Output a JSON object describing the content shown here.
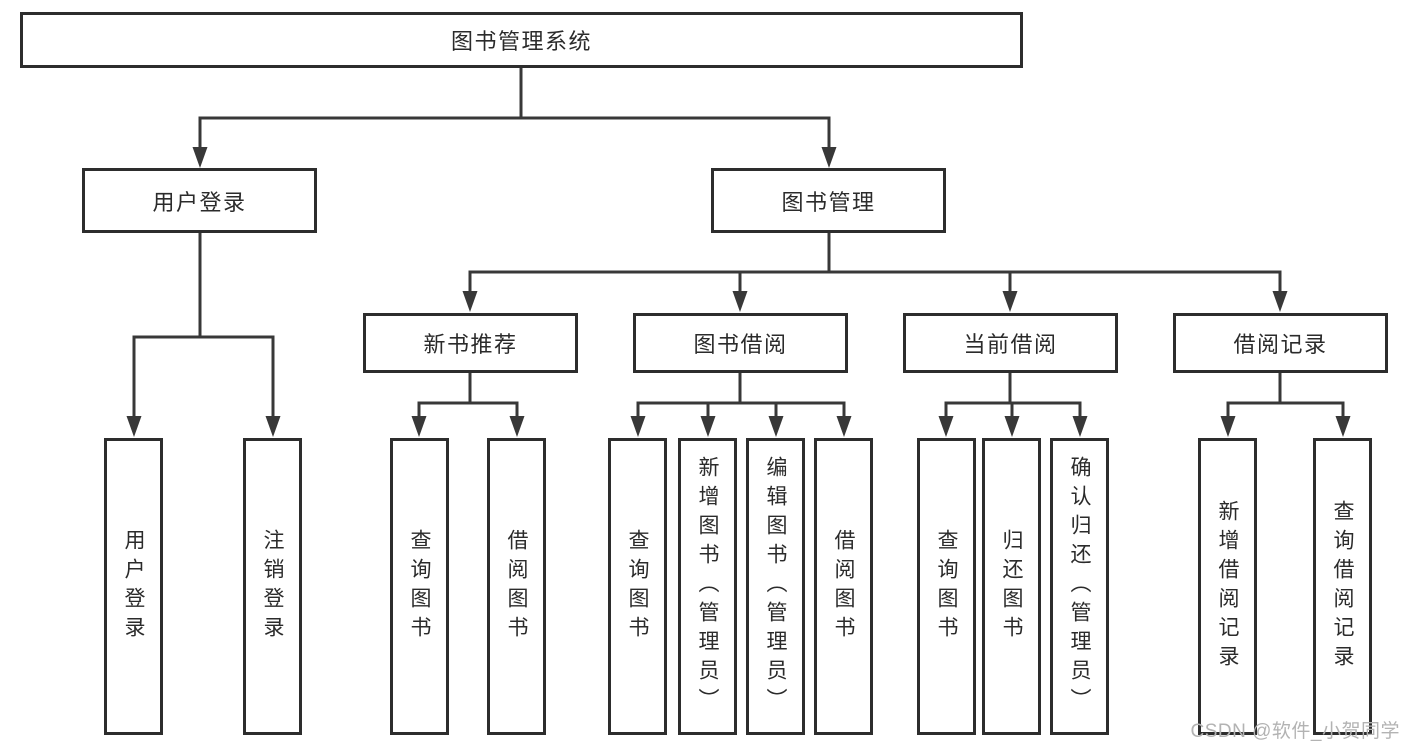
{
  "colors": {
    "background": "#ffffff",
    "box_border": "#2d2d2d",
    "line": "#383838",
    "text": "#2b2b2b",
    "watermark": "#b3b3b3"
  },
  "watermark": "CSDN @软件_小贺同学",
  "tree": {
    "root": {
      "label": "图书管理系统",
      "children": [
        {
          "label": "用户登录",
          "children": [
            {
              "label": "用户登录"
            },
            {
              "label": "注销登录"
            }
          ]
        },
        {
          "label": "图书管理",
          "children": [
            {
              "label": "新书推荐",
              "children": [
                {
                  "label": "查询图书"
                },
                {
                  "label": "借阅图书"
                }
              ]
            },
            {
              "label": "图书借阅",
              "children": [
                {
                  "label": "查询图书"
                },
                {
                  "label": "新增图书（管理员）"
                },
                {
                  "label": "编辑图书（管理员）"
                },
                {
                  "label": "借阅图书"
                }
              ]
            },
            {
              "label": "当前借阅",
              "children": [
                {
                  "label": "查询图书"
                },
                {
                  "label": "归还图书"
                },
                {
                  "label": "确认归还（管理员）"
                }
              ]
            },
            {
              "label": "借阅记录",
              "children": [
                {
                  "label": "新增借阅记录"
                },
                {
                  "label": "查询借阅记录"
                }
              ]
            }
          ]
        }
      ]
    }
  }
}
